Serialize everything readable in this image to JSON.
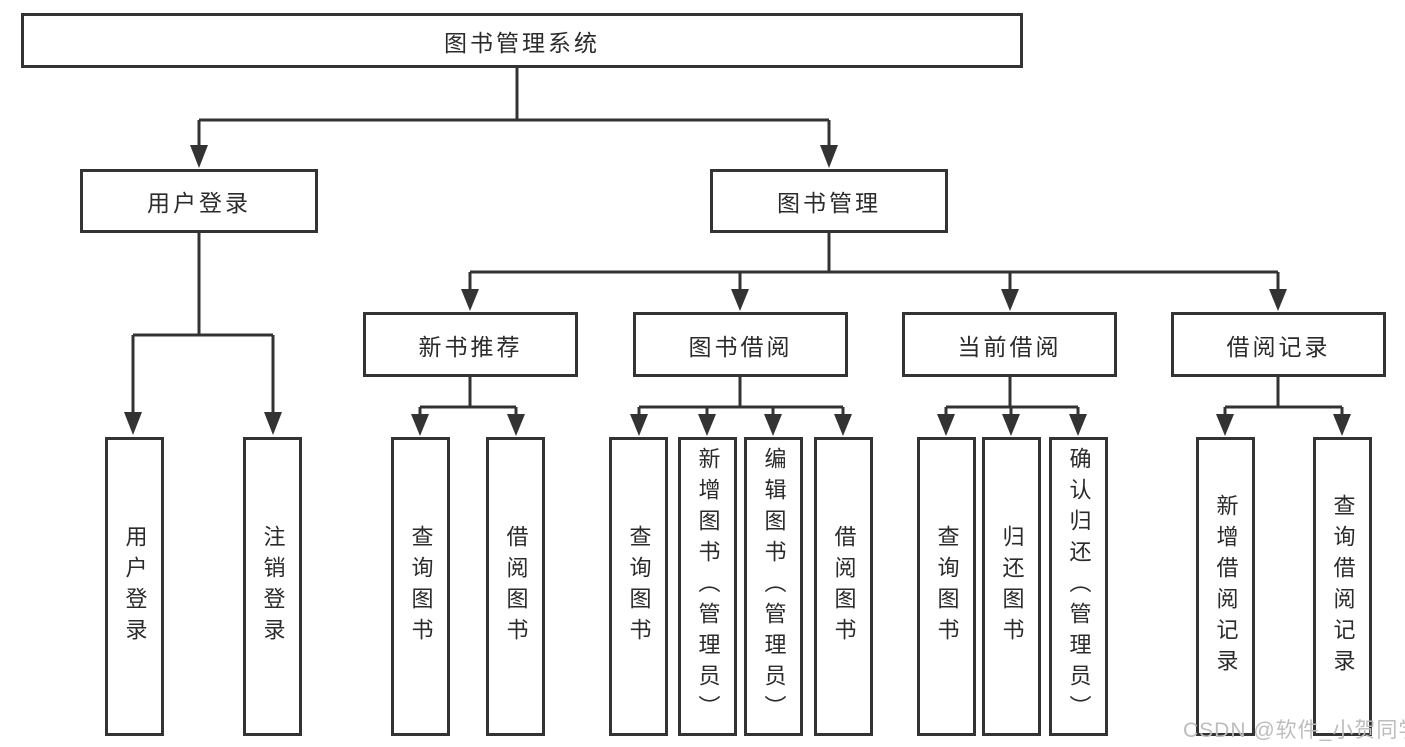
{
  "diagram_title": "图书管理系统",
  "tree": {
    "root": {
      "label": "图书管理系统"
    },
    "branches": [
      {
        "label": "用户登录",
        "children": [
          {
            "label": "用户登录"
          },
          {
            "label": "注销登录"
          }
        ]
      },
      {
        "label": "图书管理",
        "children": [
          {
            "label": "新书推荐",
            "children": [
              {
                "label": "查询图书"
              },
              {
                "label": "借阅图书"
              }
            ]
          },
          {
            "label": "图书借阅",
            "children": [
              {
                "label": "查询图书"
              },
              {
                "label": "新增图书（管理员）"
              },
              {
                "label": "编辑图书（管理员）"
              },
              {
                "label": "借阅图书"
              }
            ]
          },
          {
            "label": "当前借阅",
            "children": [
              {
                "label": "查询图书"
              },
              {
                "label": "归还图书"
              },
              {
                "label": "确认归还（管理员）"
              }
            ]
          },
          {
            "label": "借阅记录",
            "children": [
              {
                "label": "新增借阅记录"
              },
              {
                "label": "查询借阅记录"
              }
            ]
          }
        ]
      }
    ]
  },
  "watermark": {
    "text": "CSDN @软件_小贺同学"
  },
  "colors": {
    "line": "#333333",
    "box_border": "#333333",
    "text": "#2b2b2b",
    "background": "#ffffff",
    "watermark": "#bdbdbd"
  }
}
